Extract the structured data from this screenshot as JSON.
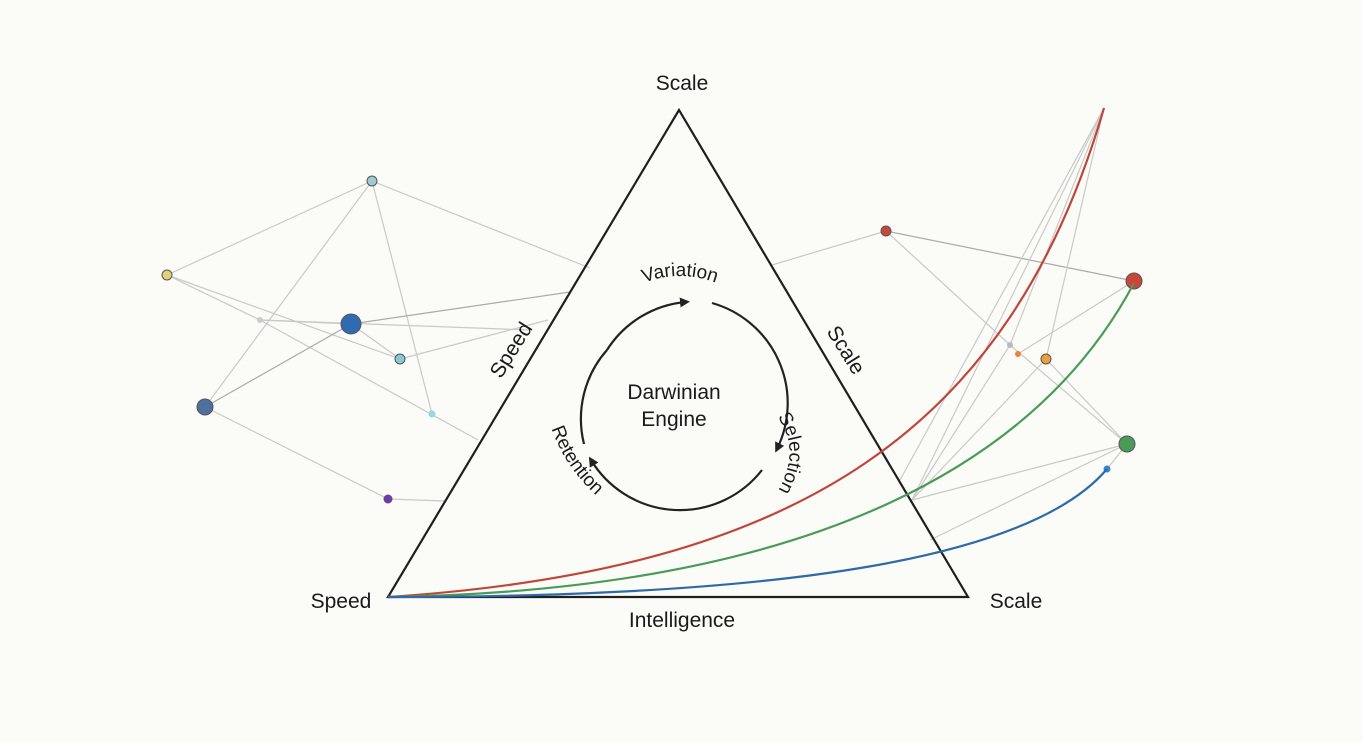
{
  "labels": {
    "vertex_top": "Scale",
    "vertex_left": "Speed",
    "vertex_right": "Scale",
    "edge_left": "Speed",
    "edge_right": "Scale",
    "edge_bottom": "Intelligence",
    "center_line1": "Darwinian",
    "center_line2": "Engine",
    "cycle_top": "Variation",
    "cycle_right": "Selection",
    "cycle_left": "Retention"
  },
  "curves": [
    {
      "color": "#c0463a"
    },
    {
      "color": "#4a9a58"
    },
    {
      "color": "#2e6aa8"
    }
  ],
  "colors": {
    "triangle": "#1f1f1f",
    "network_line": "#c9c9c9",
    "cycle": "#222222"
  },
  "network_node_colors": {
    "left": [
      "#e2d27a",
      "#9fcbd3",
      "#2f6bb0",
      "#8fc6d4",
      "#4f6fa0",
      "#9ad6e6",
      "#6a3fa0",
      "#cccccc"
    ],
    "right": [
      "#c9473a",
      "#c9473a",
      "#e7a23a",
      "#e9863a",
      "#4a9a58",
      "#3a86c8",
      "#bbbbbb"
    ]
  }
}
